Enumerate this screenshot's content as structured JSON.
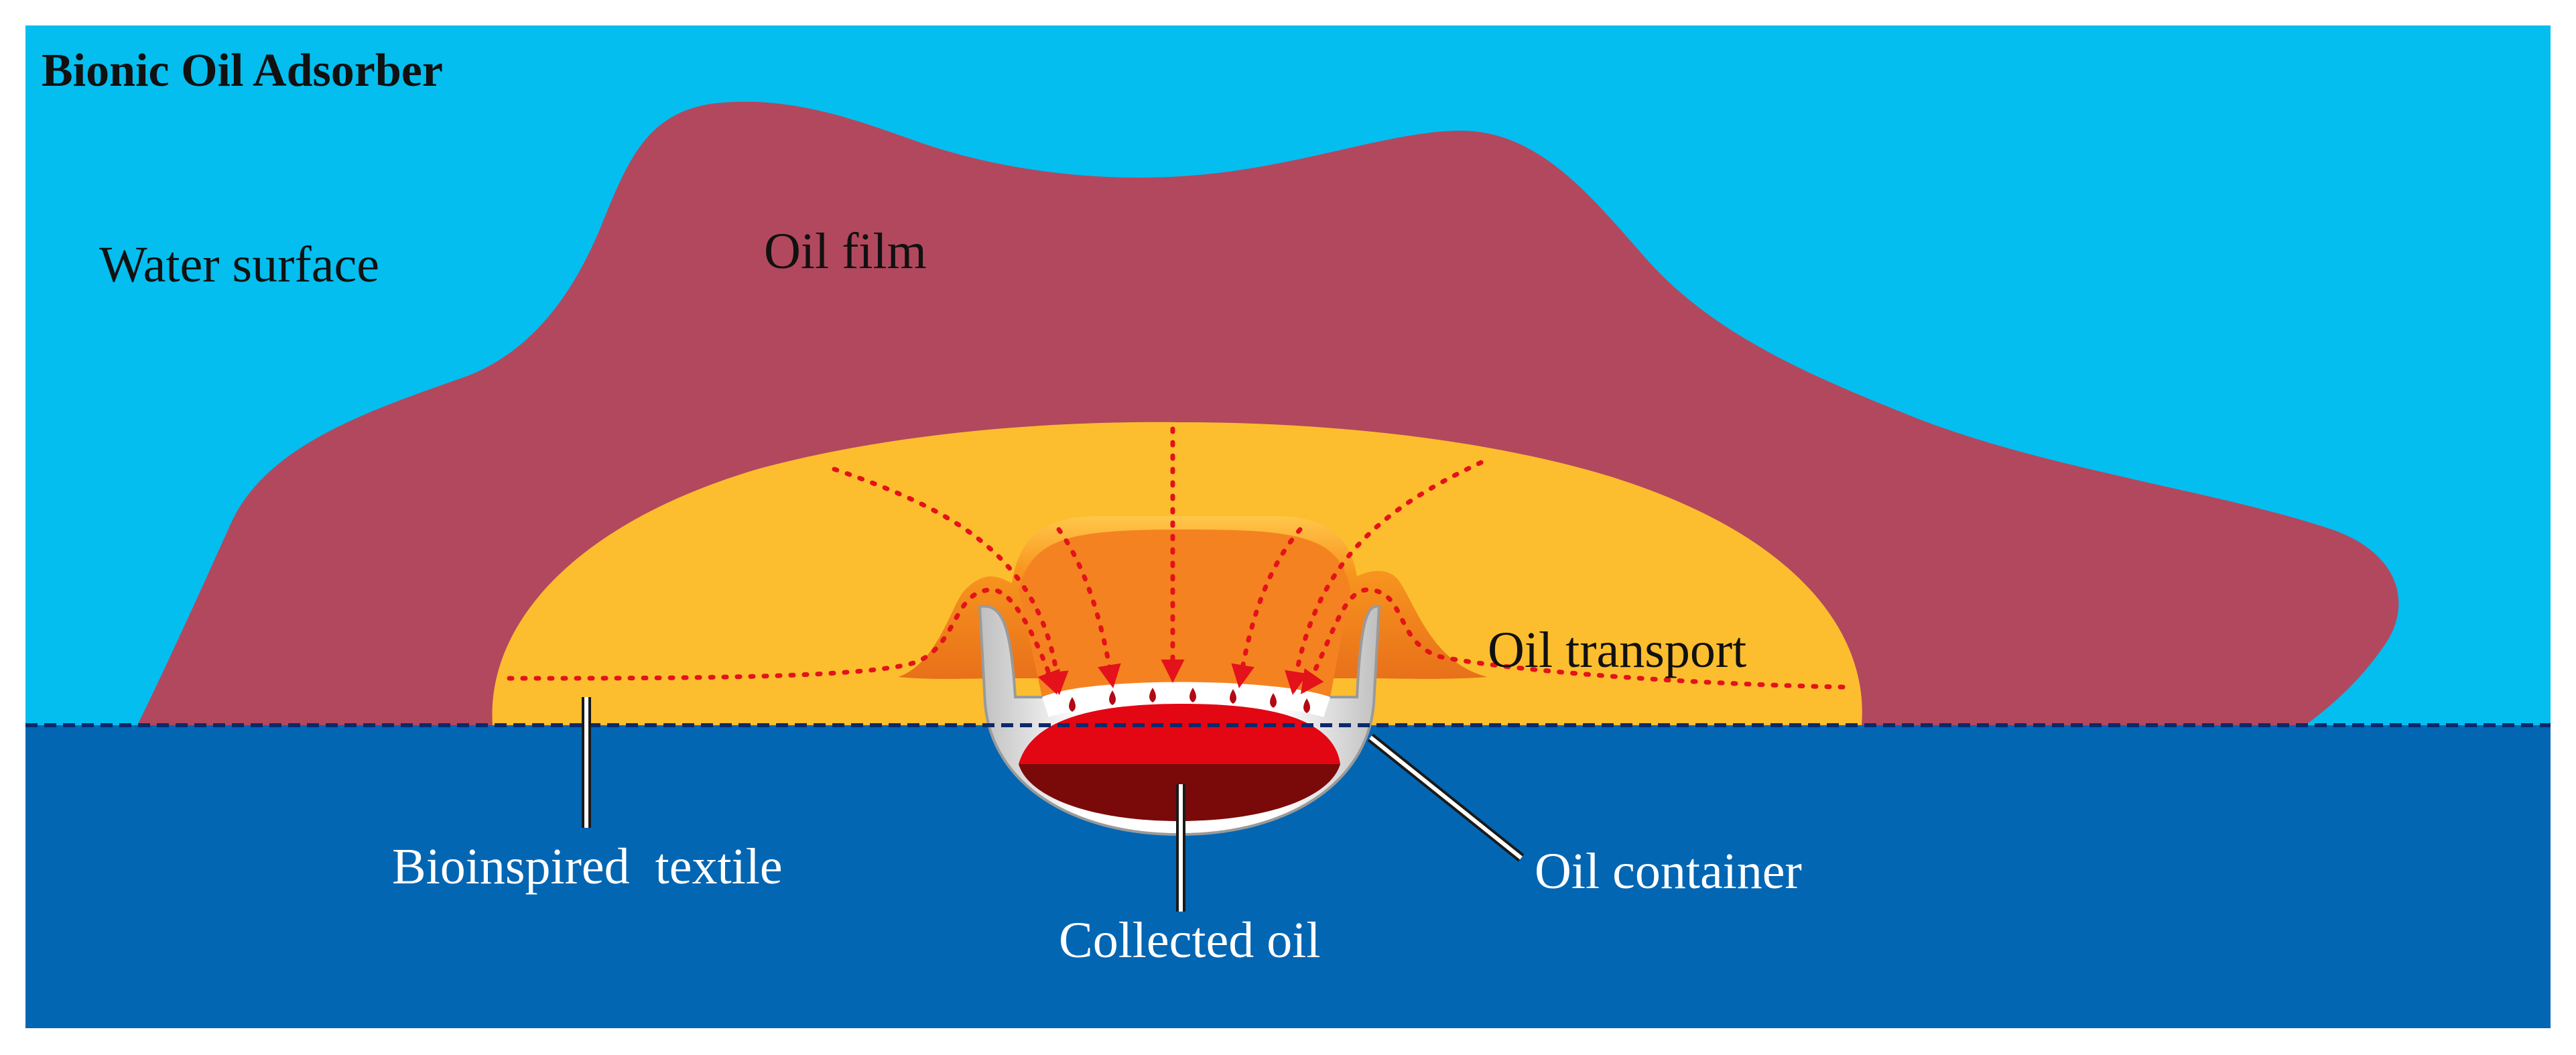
{
  "title": "Bionic Oil Adsorber",
  "labels": {
    "water_surface": "Water surface",
    "oil_film": "Oil film",
    "oil_transport": "Oil transport",
    "bioinspired_textile": "Bioinspired  textile",
    "collected_oil": "Collected oil",
    "oil_container": "Oil container"
  },
  "colors": {
    "sky_water_surface": "#03BEEF",
    "deep_water": "#0266B3",
    "oil_film": "#B2485E",
    "textile": "#FCBE2E",
    "textile_funnel": "#F7941E",
    "arrows": "#E3121B",
    "collected_oil_top": "#E30613",
    "collected_oil_bottom": "#7A0A0A",
    "container": "#F2F2F2",
    "waterline": "#0B2A6B"
  }
}
